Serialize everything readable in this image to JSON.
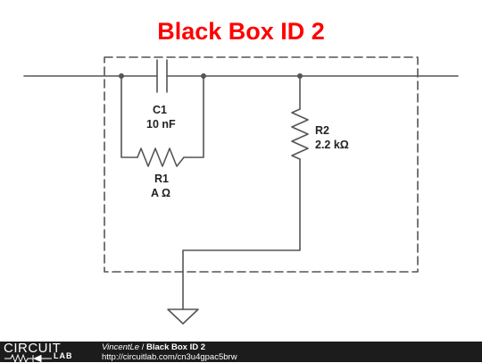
{
  "title": "Black Box ID 2",
  "components": {
    "c1": {
      "designator": "C1",
      "value": "10 nF"
    },
    "r1": {
      "designator": "R1",
      "value": "A Ω"
    },
    "r2": {
      "designator": "R2",
      "value": "2.2 kΩ"
    }
  },
  "footer": {
    "logo_top": "CIRCUIT",
    "logo_bottom": "LAB",
    "author": "VincentLe",
    "separator": " / ",
    "circuit_name": "Black Box ID 2",
    "url": "http://circuitlab.com/cn3u4gpac5brw"
  },
  "colors": {
    "title": "#ff0000",
    "wire": "#555555",
    "footer_bg": "#1c1c1c",
    "footer_text": "#ffffff"
  }
}
